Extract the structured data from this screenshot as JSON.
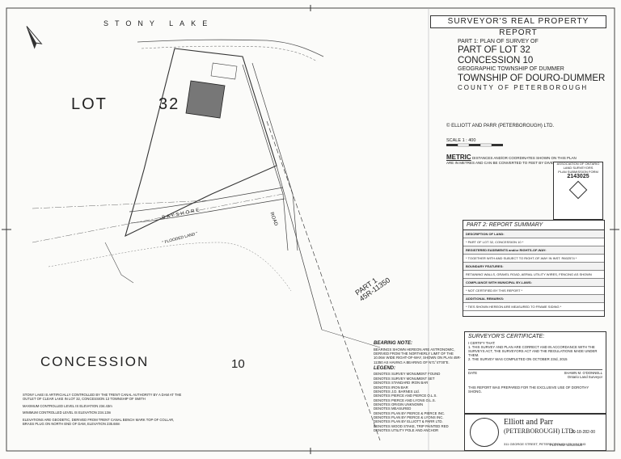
{
  "sheet_title": "SURVEYOR'S REAL PROPERTY REPORT",
  "title_block": {
    "part": "PART 1: PLAN OF SURVEY OF",
    "lot": "PART OF LOT 32",
    "concession": "CONCESSION 10",
    "geo": "GEOGRAPHIC TOWNSHIP OF DUMMER",
    "township": "TOWNSHIP OF DOURO-DUMMER",
    "county": "COUNTY OF PETERBOROUGH"
  },
  "copyright": "© ELLIOTT AND PARR (PETERBOROUGH) LTD.",
  "scale": "SCALE 1 : 400",
  "metric_label": "METRIC",
  "metric_note": "DISTANCES AND/OR COORDINATES SHOWN ON THIS PLAN ARE IN METRES AND CAN BE CONVERTED TO FEET BY DIVIDING BY 0.3048.",
  "seal": {
    "line1": "ASSOCIATION OF ONTARIO LAND SURVEYORS",
    "line2": "PLAN SUBMISSION FORM",
    "number": "2143025"
  },
  "summary": {
    "title": "PART 2:    REPORT SUMMARY",
    "rows": [
      {
        "label": "DESCRIPTION OF LAND:"
      },
      {
        "text": "* PART OF LOT 32, CONCESSION 10 *"
      },
      {
        "label": "REGISTERED EASEMENTS and/or RIGHTS-OF-WAY:"
      },
      {
        "text": "* TOGETHER WITH AND SUBJECT TO RIGHT-OF-WAY IN INST. R602574 *"
      },
      {
        "label": "BOUNDARY FEATURES:"
      },
      {
        "text": "RETAINING WALLS, GRAVEL ROAD, AERIAL UTILITY WIRES, FENCING AS SHOWN"
      },
      {
        "label": "COMPLIANCE WITH MUNICIPAL BY-LAWS:"
      },
      {
        "text": "* NOT CERTIFIED BY THIS REPORT *"
      },
      {
        "label": "ADDITIONAL REMARKS:"
      },
      {
        "text": "* TIES SHOWN HEREON ARE MEASURED TO FRAME SIDING *"
      }
    ]
  },
  "certificate": {
    "title": "SURVEYOR'S CERTIFICATE:",
    "line1": "I CERTIFY THAT:",
    "line2": "1. THIS SURVEY AND PLAN ARE CORRECT AND IN ACCORDANCE WITH THE SURVEYS ACT, THE SURVEYORS ACT AND THE REGULATIONS MADE UNDER THEM.",
    "line3": "2. THE SURVEY WAS COMPLETED ON OCTOBER 23rd, 2015",
    "date_label": "DATE",
    "surveyor": "SHAWN M. O'DONNELL",
    "surveyor_title": "Ontario Land Surveyor",
    "note": "THIS REPORT WAS PREPARED FOR THE EXCLUSIVE USE OF DOROTHY SHONG."
  },
  "bearing": {
    "title": "BEARING NOTE:",
    "text": "BEARINGS SHOWN HEREON ARE ASTRONOMIC, DERIVED FROM THE NORTHERLY LIMIT OF THE 10.06m WIDE RIGHT-OF-WAY, SHOWN ON PLAN 45R-11350 AS HAVING A BEARING OF N71°47'00\"E.",
    "legend_title": "LEGEND:",
    "legend": [
      "DENOTES SURVEY MONUMENT FOUND",
      "DENOTES SURVEY MONUMENT SET",
      "DENOTES STANDARD IRON BAR",
      "DENOTES IRON BAR",
      "DENOTES J.D. BARNES Ltd.",
      "DENOTES PIERCE AND PIERCE O.L.S.",
      "DENOTES PIERCE AND LYONS O.L.S.",
      "DENOTES ORIGIN UNKNOWN",
      "DENOTES MEASURED",
      "DENOTES PLAN BY PIERCE & PIERCE INC.",
      "DENOTES PLAN BY PIERCE & LYONS INC.",
      "DENOTES PLAN BY ELLIOTT & PARR LTD.",
      "DENOTES WOOD STAKE, TRIP PAINTED RED",
      "DENOTES UTILITY POLE AND ANCHOR"
    ]
  },
  "company": {
    "name1": "Elliott and Parr",
    "name2": "(PETERBOROUGH) LTD.",
    "address": "311 GEORGE STREET, PETERBOROUGH ON K9J 3H3",
    "partno": "20-18-282-00",
    "plotted": "PLOTTED: 11/12/2020"
  },
  "notes": [
    "STONY LAKE IS ARTIFICIALLY CONTROLLED BY THE TRENT CANAL AUTHORITY BY A DAM AT THE OUTLET OF CLEAR LAKE IN LOT 32, CONCESSION 13 TOWNSHIP OF SMITH",
    "MAXIMUM CONTROLLED LEVEL IS ELEVATION 234.43m",
    "MINIMUM CONTROLLED LEVEL IS ELEVATION 234.13m",
    "ELEVATIONS ARE GEODETIC, DERIVED FROM TRENT CANAL BENCH MARK TOP OF COLLAR, BRASS PLUG ON NORTH END OF DAM, ELEVATION 235.68m"
  ],
  "map_labels": {
    "lake": "STONY LAKE",
    "lot": "LOT",
    "lot_num": "32",
    "concession": "CONCESSION",
    "concession_num": "10",
    "part1": "PART 1",
    "part1_plan": "45R-11350",
    "road": "ROAD",
    "bayshore": "BAYSHORE",
    "flooded": "\" FLOODED LAND \""
  }
}
